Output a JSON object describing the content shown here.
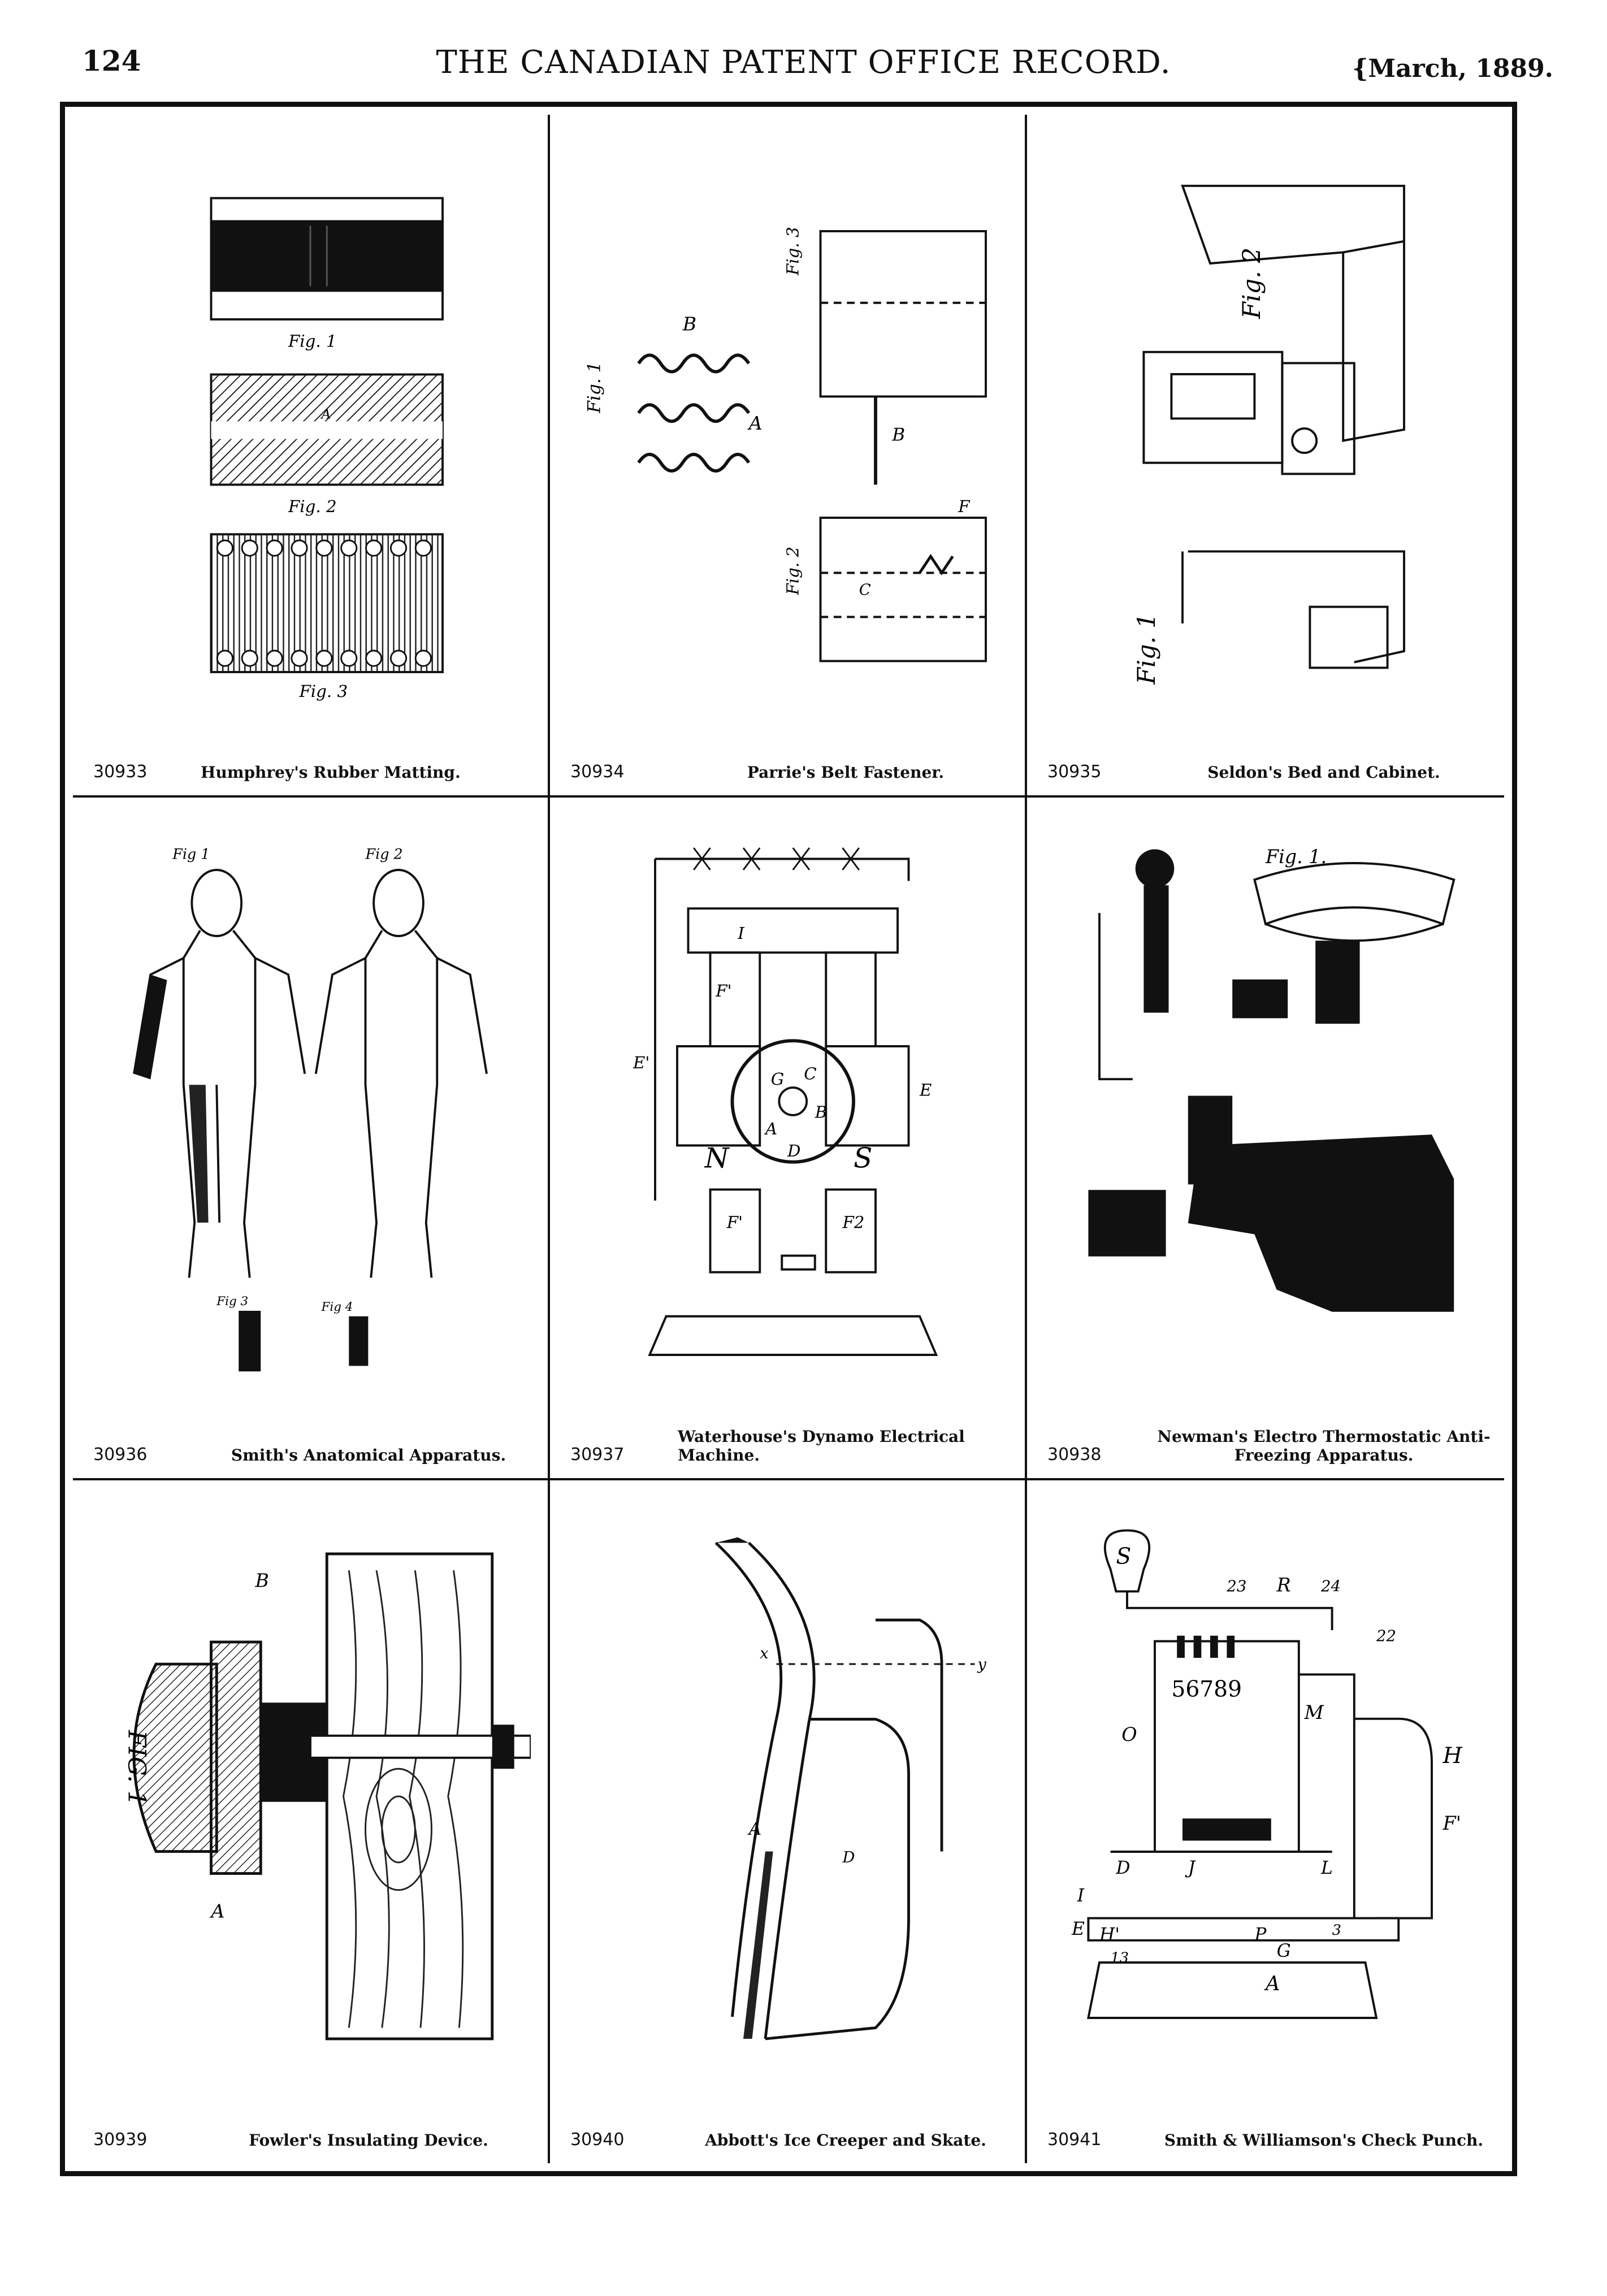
{
  "header": {
    "page_number": "124",
    "title": "THE CANADIAN PATENT OFFICE RECORD.",
    "date": "{March, 1889."
  },
  "patents": [
    {
      "number": "30933",
      "title": "Humphrey's Rubber Matting.",
      "labels": [
        "Fig. 1",
        "Fig. 2",
        "Fig. 3",
        "A"
      ]
    },
    {
      "number": "30934",
      "title": "Parrie's Belt Fastener.",
      "labels": [
        "Fig. 1",
        "Fig. 2",
        "Fig. 3",
        "B",
        "A",
        "C",
        "F"
      ]
    },
    {
      "number": "30935",
      "title": "Seldon's Bed and Cabinet.",
      "labels": [
        "Fig. 2",
        "Fig. 1"
      ]
    },
    {
      "number": "30936",
      "title": "Smith's Anatomical Apparatus.",
      "labels": [
        "Fig 1",
        "Fig 2",
        "Fig 3",
        "Fig 4"
      ]
    },
    {
      "number": "30937",
      "title": "Waterhouse's Dynamo Electrical Machine.",
      "labels": [
        "I",
        "F'",
        "E'",
        "E",
        "G",
        "C",
        "B",
        "A",
        "D",
        "N",
        "S",
        "F'",
        "F2"
      ]
    },
    {
      "number": "30938",
      "title": "Newman's Electro Thermostatic Anti-Freezing Apparatus.",
      "labels": [
        "Fig. 1."
      ]
    },
    {
      "number": "30939",
      "title": "Fowler's Insulating Device.",
      "labels": [
        "FIG. 1",
        "B",
        "A"
      ]
    },
    {
      "number": "30940",
      "title": "Abbott's Ice Creeper and Skate.",
      "labels": [
        "A",
        "D",
        "x",
        "y"
      ]
    },
    {
      "number": "30941",
      "title": "Smith & Williamson's Check Punch.",
      "labels": [
        "S",
        "R",
        "23",
        "24",
        "22",
        "H",
        "F'",
        "O",
        "M",
        "56789",
        "D",
        "J",
        "I",
        "L",
        "E",
        "H'",
        "P",
        "G",
        "A",
        "13",
        "3"
      ]
    }
  ]
}
